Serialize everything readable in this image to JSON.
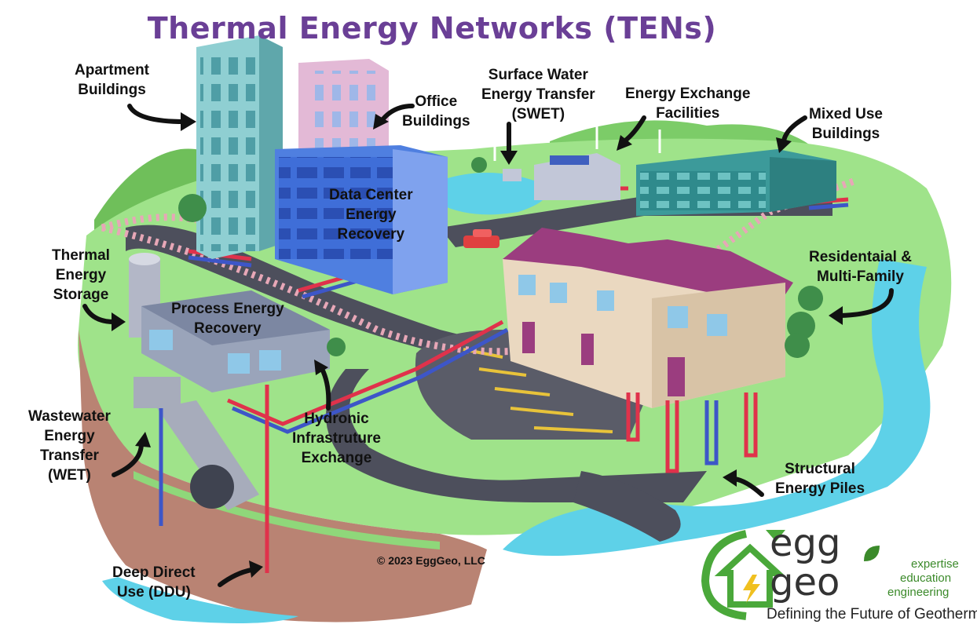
{
  "title": "Thermal Energy Networks (TENs)",
  "labels": {
    "apartment": [
      "Apartment",
      "Buildings"
    ],
    "office": [
      "Office",
      "Buildings"
    ],
    "swet": [
      "Surface Water",
      "Energy Transfer",
      "(SWET)"
    ],
    "exchange": [
      "Energy Exchange",
      "Facilities"
    ],
    "mixed": [
      "Mixed Use",
      "Buildings"
    ],
    "datacenter": [
      "Data Center",
      "Energy",
      "Recovery"
    ],
    "storage": [
      "Thermal",
      "Energy",
      "Storage"
    ],
    "process": [
      "Process Energy",
      "Recovery"
    ],
    "residential": [
      "Residentaial &",
      "Multi-Family"
    ],
    "wastewater": [
      "Wastewater",
      "Energy",
      "Transfer",
      "(WET)"
    ],
    "hydronic": [
      "Hydronic",
      "Infrastruture",
      "Exchange"
    ],
    "piles": [
      "Structural",
      "Energy Piles"
    ],
    "ddu": [
      "Deep Direct",
      "Use (DDU)"
    ]
  },
  "copyright": "© 2023 EggGeo, LLC",
  "logo": {
    "word_top": "egg",
    "word_bottom": "geo",
    "tags": [
      "expertise",
      "education",
      "engineering"
    ],
    "tagline": "Defining the Future of Geothermal"
  },
  "colors": {
    "title": "#6a3f96",
    "grass": "#9fe38a",
    "soil": "#b98373",
    "water": "#5ed1e8",
    "road": "#4d4f5c",
    "pipe_hot": "#e0324b",
    "pipe_cold": "#3d56c8",
    "logo_green": "#4aa83a"
  }
}
